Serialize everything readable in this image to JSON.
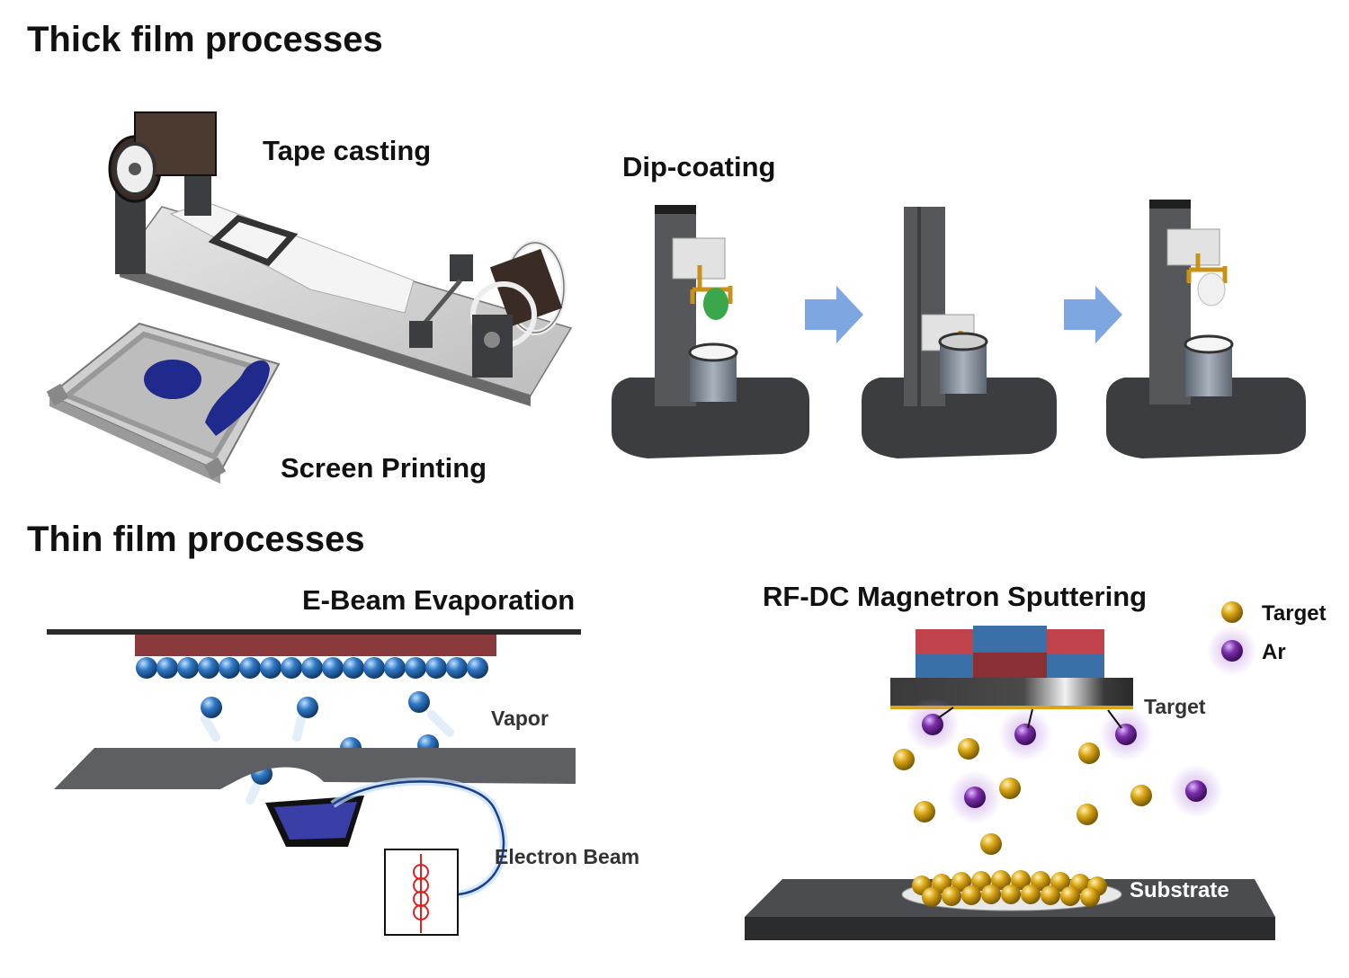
{
  "headings": {
    "thick": "Thick film processes",
    "thin": "Thin film processes"
  },
  "thick_film": {
    "tape_casting": "Tape casting",
    "screen_printing": "Screen Printing",
    "dip_coating": "Dip-coating"
  },
  "thin_film": {
    "ebeam": {
      "title": "E-Beam Evaporation",
      "vapor": "Vapor",
      "electron_beam": "Electron Beam"
    },
    "sputtering": {
      "title": "RF-DC Magnetron Sputtering",
      "target_label": "Target",
      "substrate_label": "Substrate",
      "legend": [
        {
          "label": "Target",
          "color": "#d9a514"
        },
        {
          "label": "Ar",
          "color": "#7b2fa8"
        }
      ]
    }
  },
  "colors": {
    "blue_particle": "#2f78c4",
    "gold_particle": "#d9a514",
    "argon_particle": "#7b2fa8",
    "arrow": "#7ea6e0",
    "stand": "#3c3d40",
    "magnet_red": "#c0424a",
    "magnet_blue": "#3a6fa8",
    "crucible_fluid": "#3a3fa8",
    "green_sample": "#3aa84a"
  }
}
